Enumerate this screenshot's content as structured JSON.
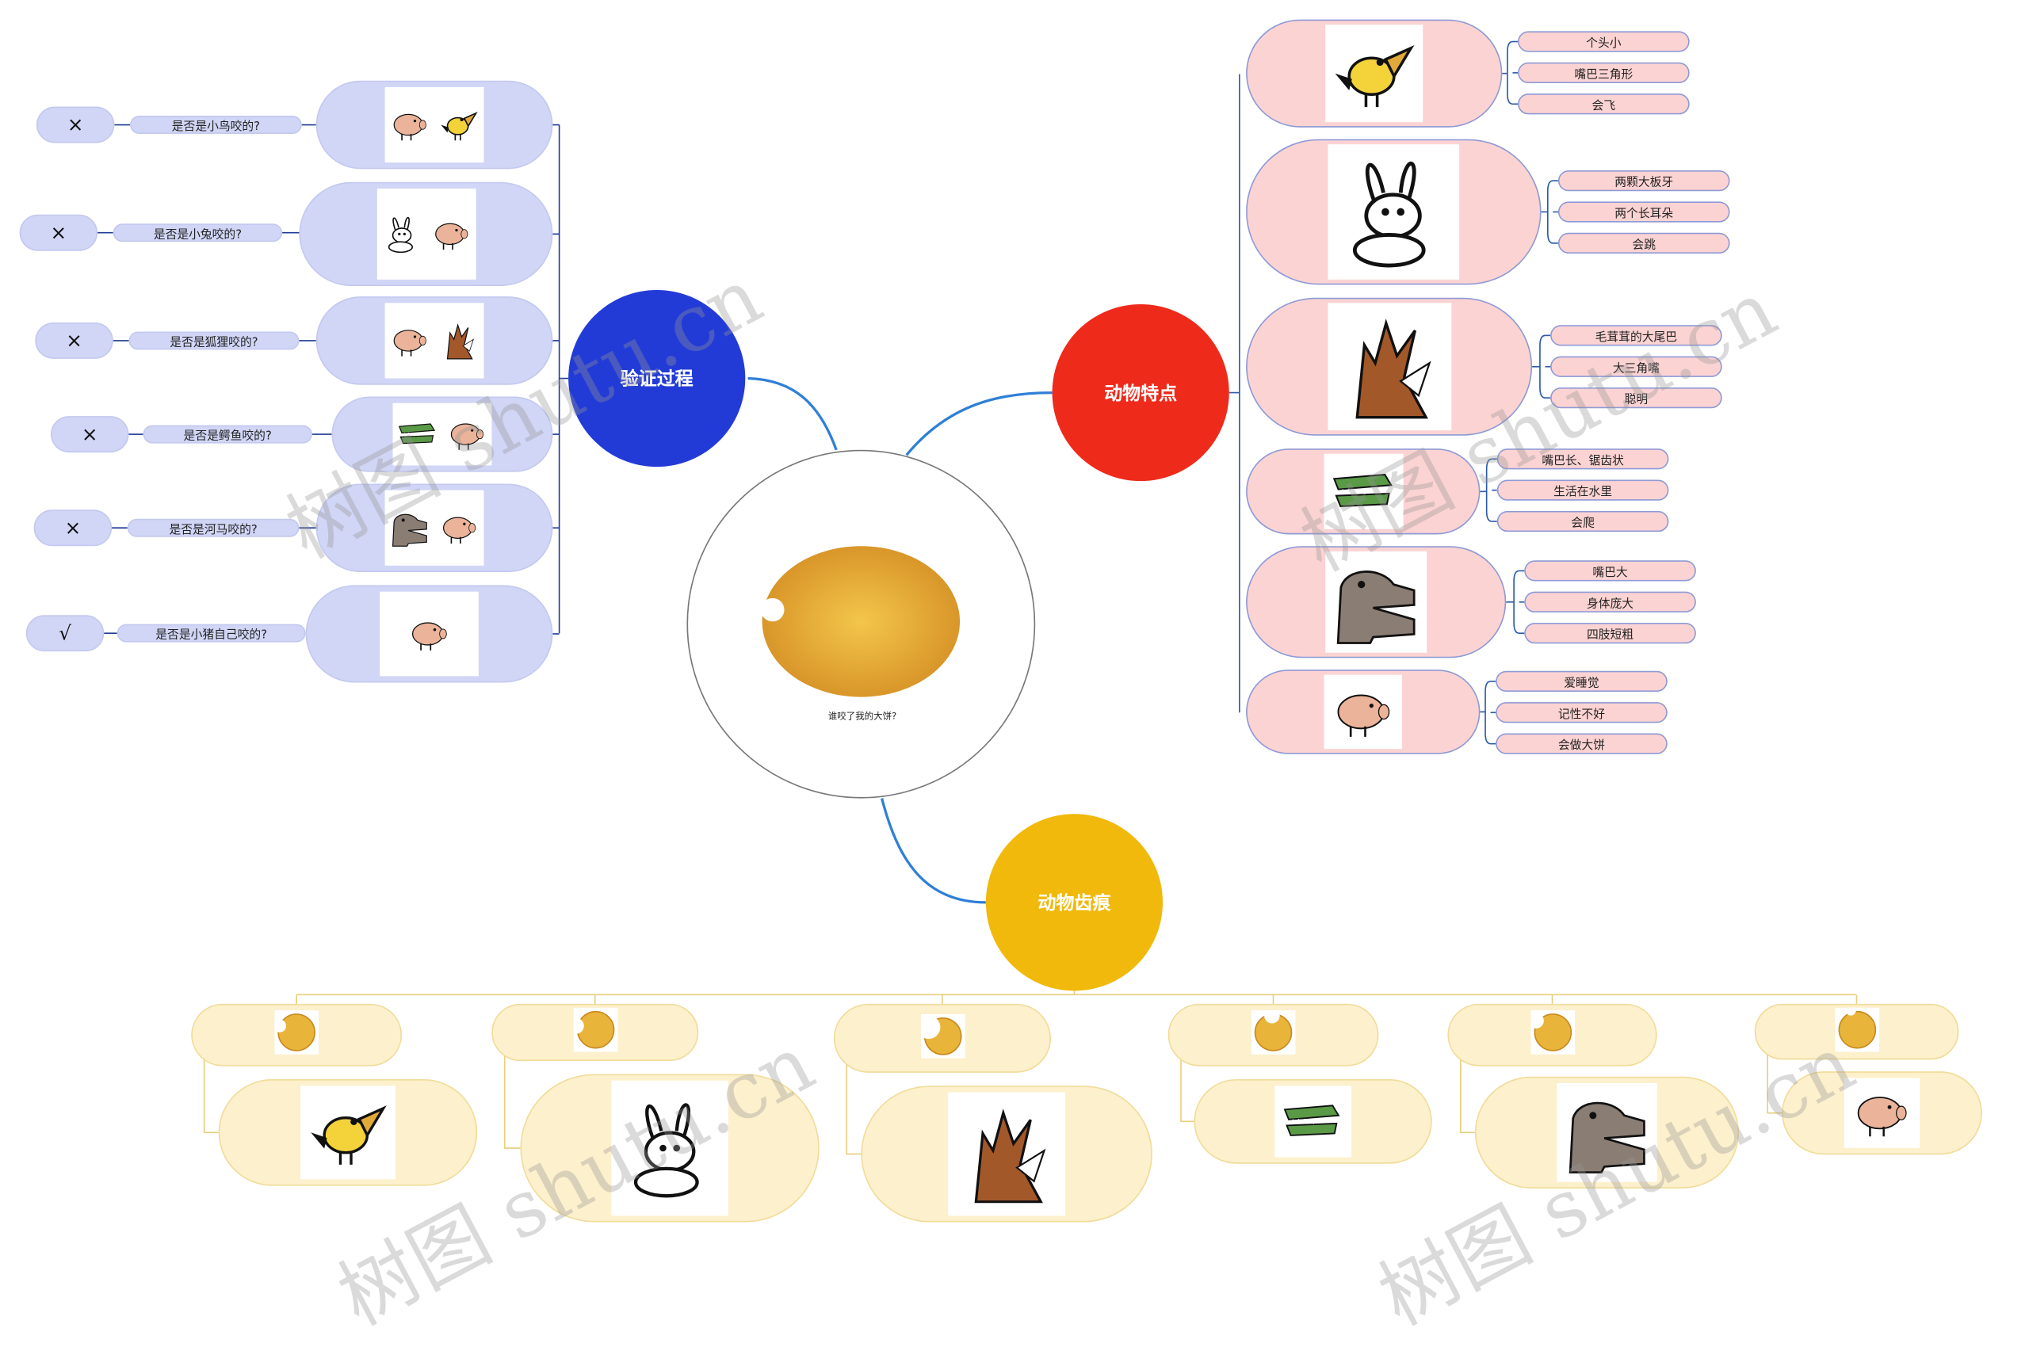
{
  "center": {
    "caption": "谁咬了我的大饼?",
    "image": "bitten-pancake"
  },
  "branches": {
    "verify": {
      "label": "验证过程",
      "color": "#233bd6"
    },
    "traits": {
      "label": "动物特点",
      "color": "#ee2a1b"
    },
    "bites": {
      "label": "动物齿痕",
      "color": "#f0b90b"
    }
  },
  "verify_rows": [
    {
      "mark": "×",
      "question": "是否是小鸟咬的?",
      "images": [
        "pig",
        "bird"
      ]
    },
    {
      "mark": "×",
      "question": "是否是小兔咬的?",
      "images": [
        "rabbit",
        "pig"
      ]
    },
    {
      "mark": "×",
      "question": "是否是狐狸咬的?",
      "images": [
        "pig",
        "fox"
      ]
    },
    {
      "mark": "×",
      "question": "是否是鳄鱼咬的?",
      "images": [
        "crocodile",
        "pig"
      ]
    },
    {
      "mark": "×",
      "question": "是否是河马咬的?",
      "images": [
        "hippo",
        "pig"
      ]
    },
    {
      "mark": "√",
      "question": "是否是小猪自己咬的?",
      "images": [
        "pig"
      ]
    }
  ],
  "animals": [
    {
      "image": "bird",
      "traits": [
        "个头小",
        "嘴巴三角形",
        "会飞"
      ]
    },
    {
      "image": "rabbit",
      "traits": [
        "两颗大板牙",
        "两个长耳朵",
        "会跳"
      ]
    },
    {
      "image": "fox",
      "traits": [
        "毛茸茸的大尾巴",
        "大三角嘴",
        "聪明"
      ]
    },
    {
      "image": "crocodile",
      "traits": [
        "嘴巴长、锯齿状",
        "生活在水里",
        "会爬"
      ]
    },
    {
      "image": "hippo",
      "traits": [
        "嘴巴大",
        "身体庞大",
        "四肢短粗"
      ]
    },
    {
      "image": "pig",
      "traits": [
        "爱睡觉",
        "记性不好",
        "会做大饼"
      ]
    }
  ],
  "bite_marks": [
    {
      "bite": "small-round",
      "animal": "bird"
    },
    {
      "bite": "double-notch",
      "animal": "rabbit"
    },
    {
      "bite": "triangle",
      "animal": "fox"
    },
    {
      "bite": "wide-wedge",
      "animal": "crocodile"
    },
    {
      "bite": "big-jagged",
      "animal": "hippo"
    },
    {
      "bite": "tiny-round",
      "animal": "pig"
    }
  ],
  "watermark": "树图 shutu.cn"
}
